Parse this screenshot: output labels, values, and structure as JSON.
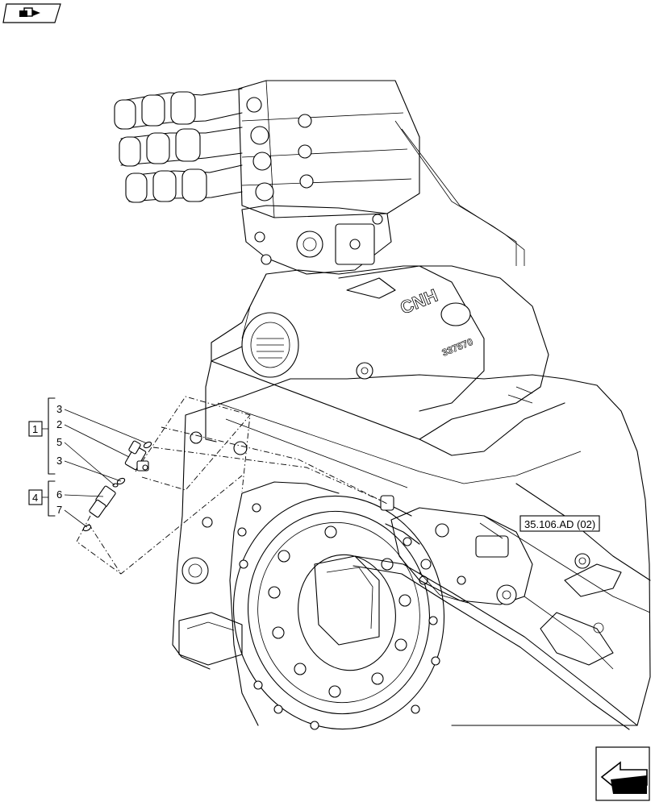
{
  "toolbar": {
    "view_icon": "exploded-view-icon"
  },
  "callouts": {
    "group_1": "1",
    "group_4": "4",
    "items_group_1": [
      "3",
      "2",
      "5",
      "3"
    ],
    "items_group_4": [
      "6",
      "7"
    ]
  },
  "references": {
    "valve_ref": "35.106.AD (02)"
  },
  "casting_text": {
    "brand": "CNH",
    "part_no": "337570"
  },
  "navigation": {
    "back_icon": "back-arrow-icon"
  },
  "colors": {
    "line": "#000000",
    "background": "#ffffff"
  }
}
